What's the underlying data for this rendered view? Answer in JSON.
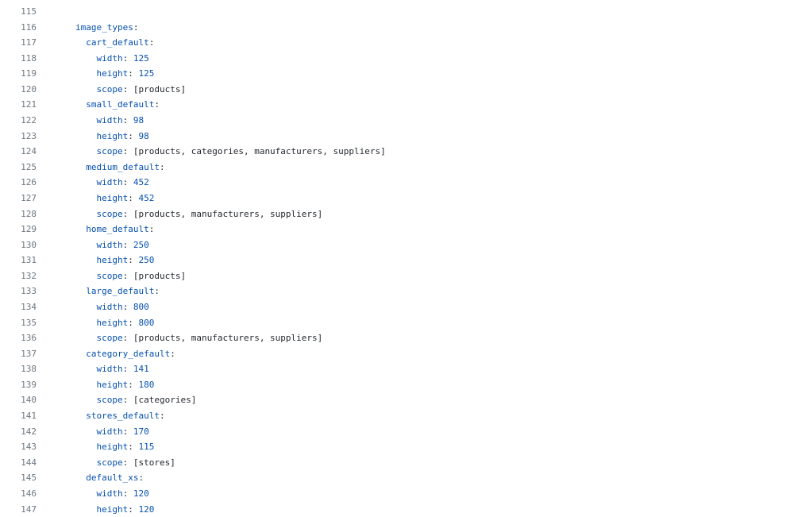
{
  "editor": {
    "lines": [
      {
        "n": "115",
        "indent": "",
        "key": "",
        "sep": "",
        "val": "",
        "vtype": ""
      },
      {
        "n": "116",
        "indent": "",
        "key": "image_types",
        "sep": ":",
        "val": "",
        "vtype": ""
      },
      {
        "n": "117",
        "indent": "  ",
        "key": "cart_default",
        "sep": ":",
        "val": "",
        "vtype": ""
      },
      {
        "n": "118",
        "indent": "    ",
        "key": "width",
        "sep": ": ",
        "val": "125",
        "vtype": "num"
      },
      {
        "n": "119",
        "indent": "    ",
        "key": "height",
        "sep": ": ",
        "val": "125",
        "vtype": "num"
      },
      {
        "n": "120",
        "indent": "    ",
        "key": "scope",
        "sep": ": ",
        "val": "[products]",
        "vtype": "str"
      },
      {
        "n": "121",
        "indent": "  ",
        "key": "small_default",
        "sep": ":",
        "val": "",
        "vtype": ""
      },
      {
        "n": "122",
        "indent": "    ",
        "key": "width",
        "sep": ": ",
        "val": "98",
        "vtype": "num"
      },
      {
        "n": "123",
        "indent": "    ",
        "key": "height",
        "sep": ": ",
        "val": "98",
        "vtype": "num"
      },
      {
        "n": "124",
        "indent": "    ",
        "key": "scope",
        "sep": ": ",
        "val": "[products, categories, manufacturers, suppliers]",
        "vtype": "str"
      },
      {
        "n": "125",
        "indent": "  ",
        "key": "medium_default",
        "sep": ":",
        "val": "",
        "vtype": ""
      },
      {
        "n": "126",
        "indent": "    ",
        "key": "width",
        "sep": ": ",
        "val": "452",
        "vtype": "num"
      },
      {
        "n": "127",
        "indent": "    ",
        "key": "height",
        "sep": ": ",
        "val": "452",
        "vtype": "num"
      },
      {
        "n": "128",
        "indent": "    ",
        "key": "scope",
        "sep": ": ",
        "val": "[products, manufacturers, suppliers]",
        "vtype": "str"
      },
      {
        "n": "129",
        "indent": "  ",
        "key": "home_default",
        "sep": ":",
        "val": "",
        "vtype": ""
      },
      {
        "n": "130",
        "indent": "    ",
        "key": "width",
        "sep": ": ",
        "val": "250",
        "vtype": "num"
      },
      {
        "n": "131",
        "indent": "    ",
        "key": "height",
        "sep": ": ",
        "val": "250",
        "vtype": "num"
      },
      {
        "n": "132",
        "indent": "    ",
        "key": "scope",
        "sep": ": ",
        "val": "[products]",
        "vtype": "str"
      },
      {
        "n": "133",
        "indent": "  ",
        "key": "large_default",
        "sep": ":",
        "val": "",
        "vtype": ""
      },
      {
        "n": "134",
        "indent": "    ",
        "key": "width",
        "sep": ": ",
        "val": "800",
        "vtype": "num"
      },
      {
        "n": "135",
        "indent": "    ",
        "key": "height",
        "sep": ": ",
        "val": "800",
        "vtype": "num"
      },
      {
        "n": "136",
        "indent": "    ",
        "key": "scope",
        "sep": ": ",
        "val": "[products, manufacturers, suppliers]",
        "vtype": "str"
      },
      {
        "n": "137",
        "indent": "  ",
        "key": "category_default",
        "sep": ":",
        "val": "",
        "vtype": ""
      },
      {
        "n": "138",
        "indent": "    ",
        "key": "width",
        "sep": ": ",
        "val": "141",
        "vtype": "num"
      },
      {
        "n": "139",
        "indent": "    ",
        "key": "height",
        "sep": ": ",
        "val": "180",
        "vtype": "num"
      },
      {
        "n": "140",
        "indent": "    ",
        "key": "scope",
        "sep": ": ",
        "val": "[categories]",
        "vtype": "str"
      },
      {
        "n": "141",
        "indent": "  ",
        "key": "stores_default",
        "sep": ":",
        "val": "",
        "vtype": ""
      },
      {
        "n": "142",
        "indent": "    ",
        "key": "width",
        "sep": ": ",
        "val": "170",
        "vtype": "num"
      },
      {
        "n": "143",
        "indent": "    ",
        "key": "height",
        "sep": ": ",
        "val": "115",
        "vtype": "num"
      },
      {
        "n": "144",
        "indent": "    ",
        "key": "scope",
        "sep": ": ",
        "val": "[stores]",
        "vtype": "str"
      },
      {
        "n": "145",
        "indent": "  ",
        "key": "default_xs",
        "sep": ":",
        "val": "",
        "vtype": ""
      },
      {
        "n": "146",
        "indent": "    ",
        "key": "width",
        "sep": ": ",
        "val": "120",
        "vtype": "num"
      },
      {
        "n": "147",
        "indent": "    ",
        "key": "height",
        "sep": ": ",
        "val": "120",
        "vtype": "num"
      }
    ]
  },
  "colors": {
    "background": "#ffffff",
    "line_number": "#6e7781",
    "key": "#0550ae",
    "number": "#0550ae",
    "text": "#24292f"
  }
}
